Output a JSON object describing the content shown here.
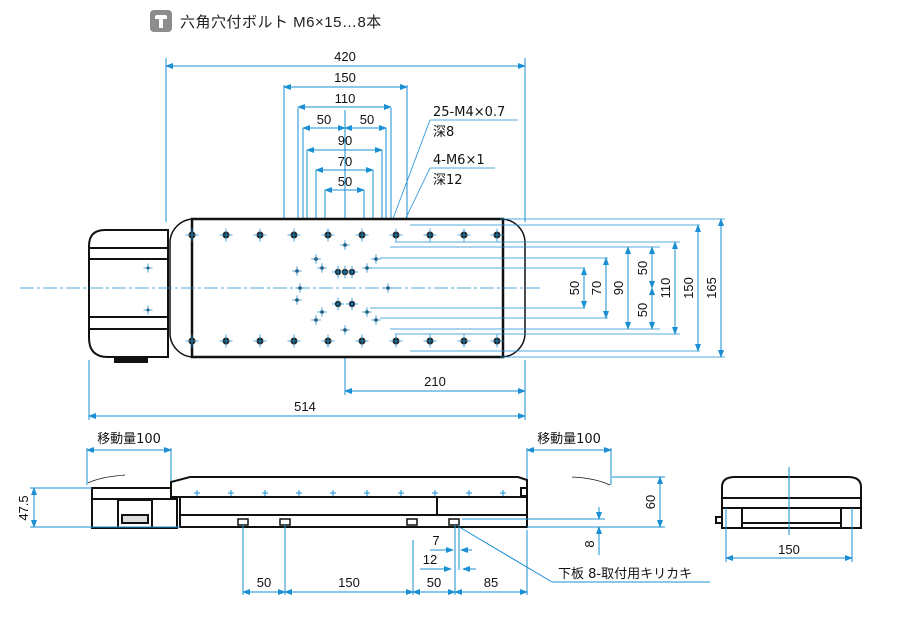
{
  "header": {
    "icon": "hex-socket-bolt-icon",
    "text": "六角穴付ボルト M6×15…8本"
  },
  "colors": {
    "dimension_line": "#1a8fd4",
    "outline": "#111111",
    "light_line": "#7fd2f0"
  },
  "top_view": {
    "width_dims": {
      "d420": "420",
      "d150": "150",
      "d110": "110",
      "d50_left": "50",
      "d50_right": "50",
      "d90": "90",
      "d70": "70",
      "d50_inner": "50"
    },
    "height_dims": {
      "d50a": "50",
      "d70": "70",
      "d90": "90",
      "d50_upper": "50",
      "d50_lower": "50",
      "d110": "110",
      "d150": "150",
      "d165": "165"
    },
    "bottom_dims": {
      "d210": "210",
      "d514": "514"
    },
    "callouts": {
      "tap_m4_line1": "25-M4×0.7",
      "tap_m4_line2": "深8",
      "tap_m6_line1": "4-M6×1",
      "tap_m6_line2": "深12"
    }
  },
  "side_view": {
    "travel_left": "移動量100",
    "travel_right": "移動量100",
    "height_475": "47.5",
    "height_60": "60",
    "height_8": "8",
    "d7": "7",
    "d12": "12",
    "bottom_dims": [
      "50",
      "150",
      "50",
      "85"
    ],
    "callout": "下板 8-取付用キリカキ"
  },
  "end_view": {
    "width_dim": "150"
  }
}
